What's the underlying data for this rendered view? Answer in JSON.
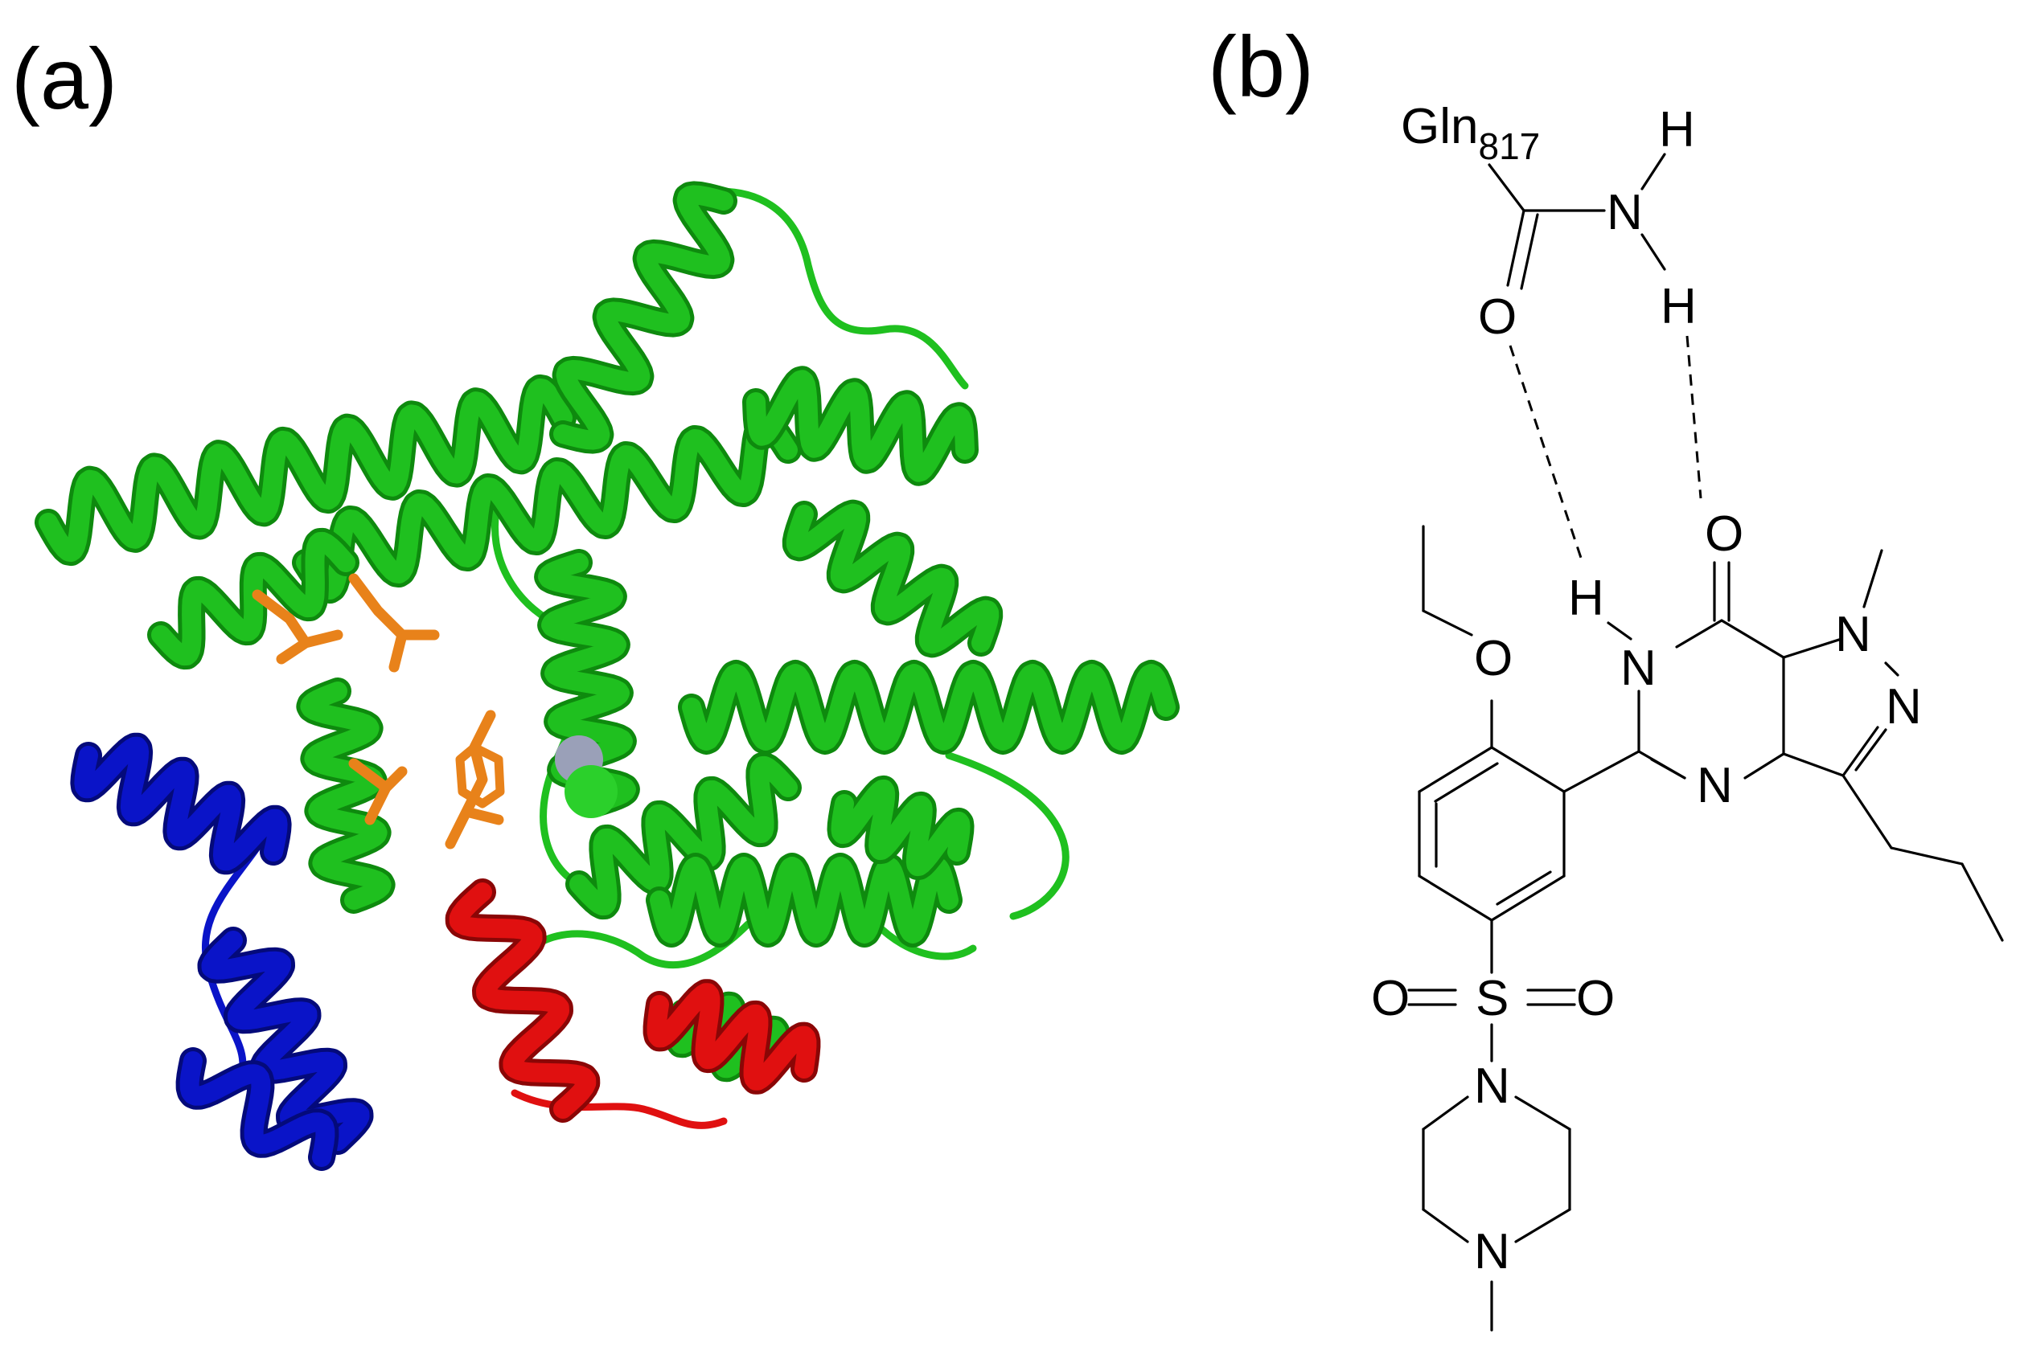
{
  "panels": {
    "a": {
      "label": "(a)"
    },
    "b": {
      "label": "(b)"
    }
  },
  "protein": {
    "colors": {
      "main_domain": "#1fc01f",
      "main_domain_dark": "#0e8a0e",
      "region_blue": "#0a14c8",
      "region_blue_dark": "#040a7a",
      "region_red": "#e01010",
      "region_red_dark": "#8a0606",
      "residue_sticks": "#e8821a",
      "metal_ion_grey": "#9aa0b8",
      "metal_ion_green": "#2bd02b"
    }
  },
  "molecule": {
    "residue": {
      "name": "Gln",
      "number": "817"
    },
    "atoms": {
      "gln_h_top": "H",
      "gln_n": "N",
      "gln_h_bottom": "H",
      "gln_o": "O",
      "carbonyl_o": "O",
      "amide_h": "H",
      "amide_n": "N",
      "pyrazole_n1": "N",
      "pyrazole_n2": "N",
      "pyrimidine_n": "N",
      "ether_o": "O",
      "sulfonyl_o_left": "O",
      "sulfur": "S",
      "sulfonyl_o_right": "O",
      "piperazine_n_top": "N",
      "piperazine_n_bottom": "N"
    }
  }
}
